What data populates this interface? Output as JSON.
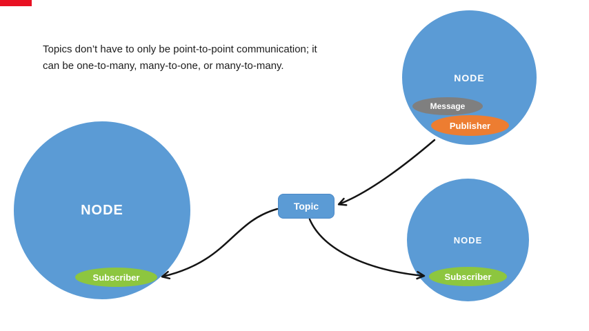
{
  "colors": {
    "node_blue": "#5b9bd5",
    "green": "#8dc63f",
    "orange": "#ed7d31",
    "gray": "#7f7f7f",
    "red_bar": "#e81123",
    "arrow": "#141414",
    "white": "#ffffff"
  },
  "caption": {
    "line1": "Topics don’t have to only be point-to-point communication; it",
    "line2": "can be one-to-many, many-to-one, or many-to-many."
  },
  "nodes": {
    "left": {
      "label": "NODE",
      "subscriber_label": "Subscriber"
    },
    "top_right": {
      "label": "NODE",
      "message_label": "Message",
      "publisher_label": "Publisher"
    },
    "bottom_right": {
      "label": "NODE",
      "subscriber_label": "Subscriber"
    }
  },
  "topic": {
    "label": "Topic"
  }
}
